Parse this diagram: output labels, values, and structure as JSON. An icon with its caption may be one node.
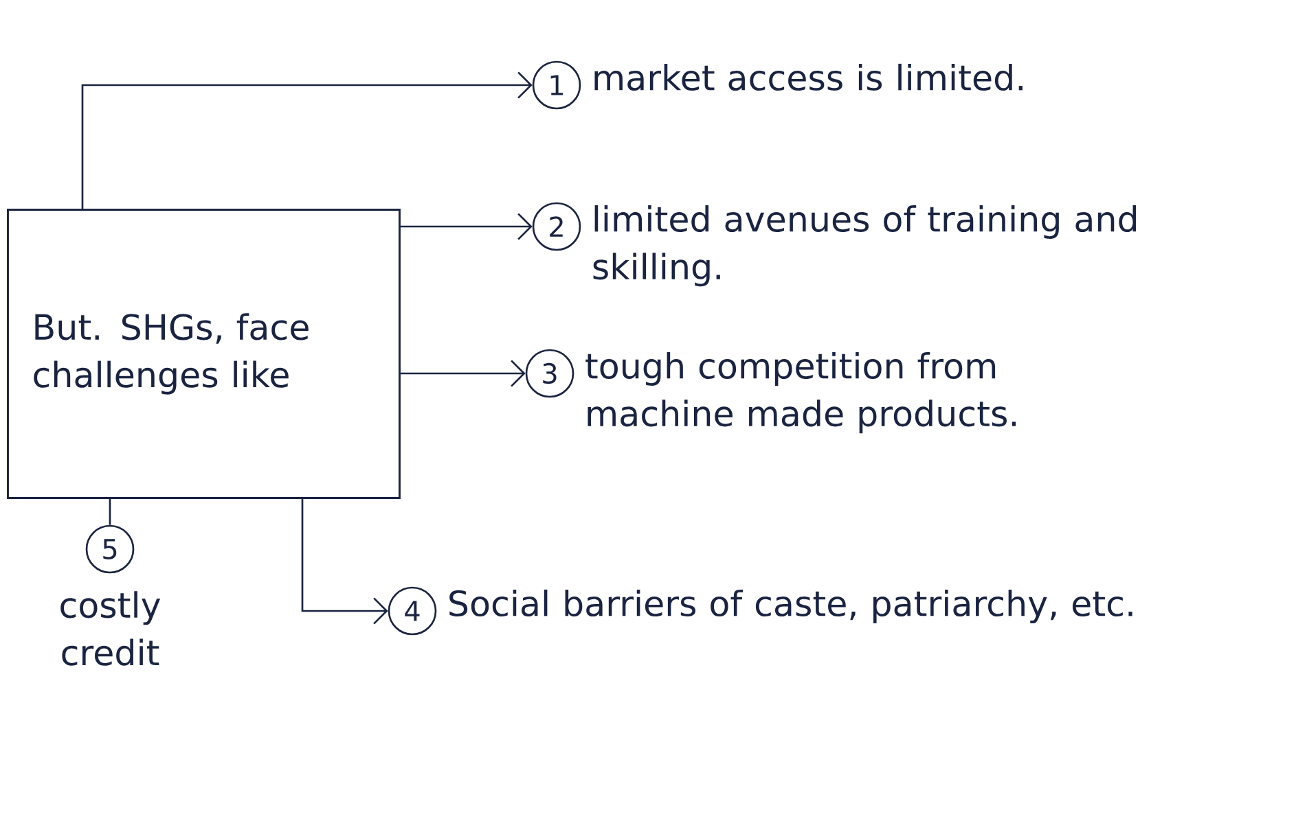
{
  "diagram": {
    "nodes": [
      {
        "text": [
          "But. SHGs, face challenges like"
        ]
      },
      {
        "text": [
          "1"
        ],
        "beside": [
          "market access is limited."
        ]
      },
      {
        "text": [
          "2"
        ],
        "beside": [
          "limited avenues of training and skilling."
        ]
      },
      {
        "text": [
          "3"
        ],
        "beside": [
          "tough competition from machine made products."
        ]
      },
      {
        "text": [
          "4"
        ],
        "beside": [
          "Social barriers of caste, patriarchy, etc."
        ]
      },
      {
        "text": [
          "5"
        ],
        "beside": [
          "costly credit"
        ]
      }
    ],
    "edges": [
      {
        "from": 0,
        "to": 1,
        "arrow": "to"
      },
      {
        "from": 0,
        "to": 2,
        "arrow": "to"
      },
      {
        "from": 0,
        "to": 3,
        "arrow": "to"
      },
      {
        "from": 0,
        "to": 4,
        "arrow": "to"
      },
      {
        "from": 0,
        "to": 5,
        "arrow": "none"
      }
    ]
  }
}
